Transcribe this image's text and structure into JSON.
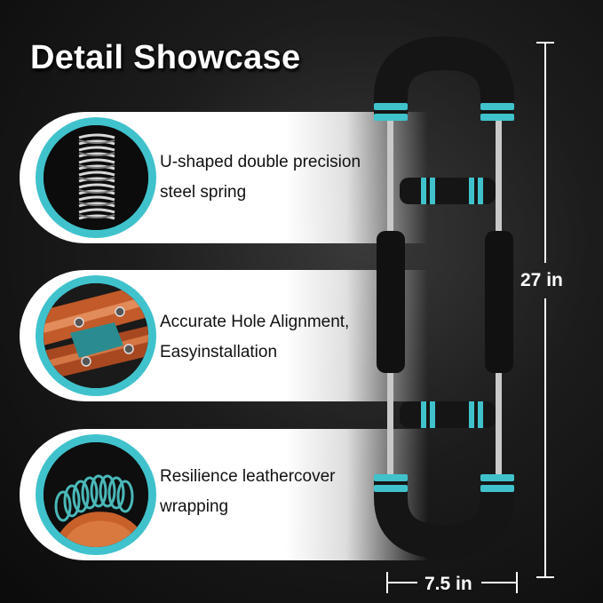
{
  "title": "Detail Showcase",
  "features": [
    {
      "icon": "spring-icon",
      "lines": [
        "U-shaped double precision",
        "steel spring"
      ]
    },
    {
      "icon": "hole-alignment-icon",
      "lines": [
        "Accurate Hole Alignment,",
        "Easyinstallation"
      ]
    },
    {
      "icon": "leather-wrap-icon",
      "lines": [
        "Resilience leathercover",
        "wrapping"
      ]
    }
  ],
  "dimensions": {
    "height": "27 in",
    "width": "7.5 in"
  },
  "colors": {
    "accent": "#40c2cc",
    "grip": "#111111",
    "steel": "#c9c9c9"
  }
}
